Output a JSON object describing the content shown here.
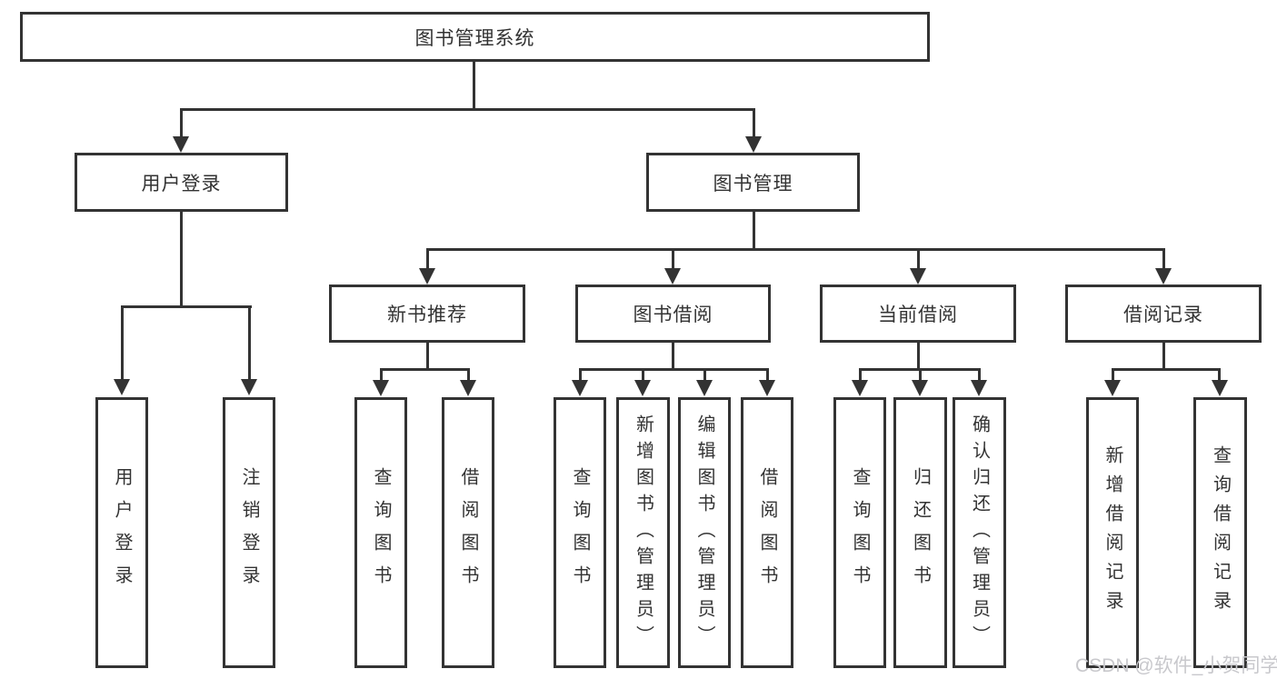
{
  "diagram": {
    "root": {
      "label": "图书管理系统"
    },
    "branches": [
      {
        "label": "用户登录",
        "children": [
          {
            "label": "用户登录"
          },
          {
            "label": "注销登录"
          }
        ]
      },
      {
        "label": "图书管理",
        "children": [
          {
            "label": "新书推荐",
            "children": [
              {
                "label": "查询图书"
              },
              {
                "label": "借阅图书"
              }
            ]
          },
          {
            "label": "图书借阅",
            "children": [
              {
                "label": "查询图书"
              },
              {
                "label": "新增图书（管理员）"
              },
              {
                "label": "编辑图书（管理员）"
              },
              {
                "label": "借阅图书"
              }
            ]
          },
          {
            "label": "当前借阅",
            "children": [
              {
                "label": "查询图书"
              },
              {
                "label": "归还图书"
              },
              {
                "label": "确认归还（管理员）"
              }
            ]
          },
          {
            "label": "借阅记录",
            "children": [
              {
                "label": "新增借阅记录"
              },
              {
                "label": "查询借阅记录"
              }
            ]
          }
        ]
      }
    ]
  },
  "watermark": {
    "text": "CSDN @软件_小贺同学"
  },
  "colors": {
    "line": "#333333",
    "text": "#333333",
    "background": "#ffffff",
    "watermark": "#c8c8cc"
  }
}
